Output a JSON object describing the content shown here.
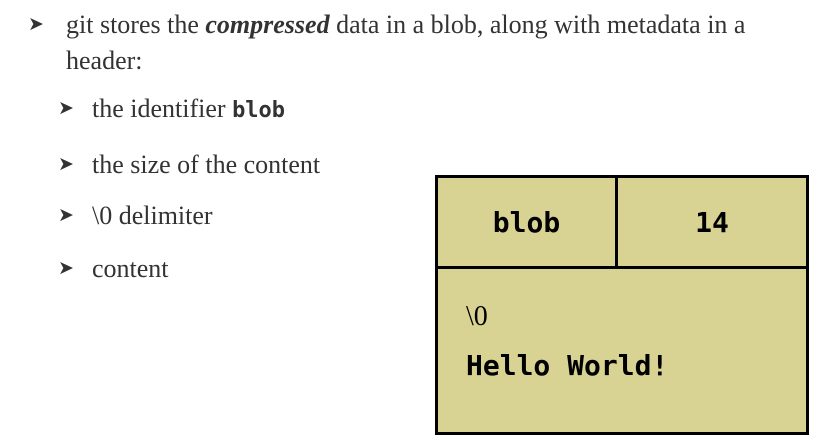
{
  "bullets": {
    "main": {
      "prefix": "git stores the ",
      "emphasis": "compressed",
      "suffix": " data in a blob, along with metadata in a header:"
    },
    "sub": [
      {
        "text": "the identifier ",
        "code": "blob"
      },
      {
        "text": "the size of the content"
      },
      {
        "text": "\\0 delimiter"
      },
      {
        "text": "content"
      }
    ]
  },
  "blob_diagram": {
    "type_label": "blob",
    "size_label": "14",
    "delimiter": "\\0",
    "content": "Hello World!",
    "fill_color": "#d8d393",
    "border_color": "#000000"
  },
  "icons": {
    "bullet": "arrowhead-icon"
  }
}
